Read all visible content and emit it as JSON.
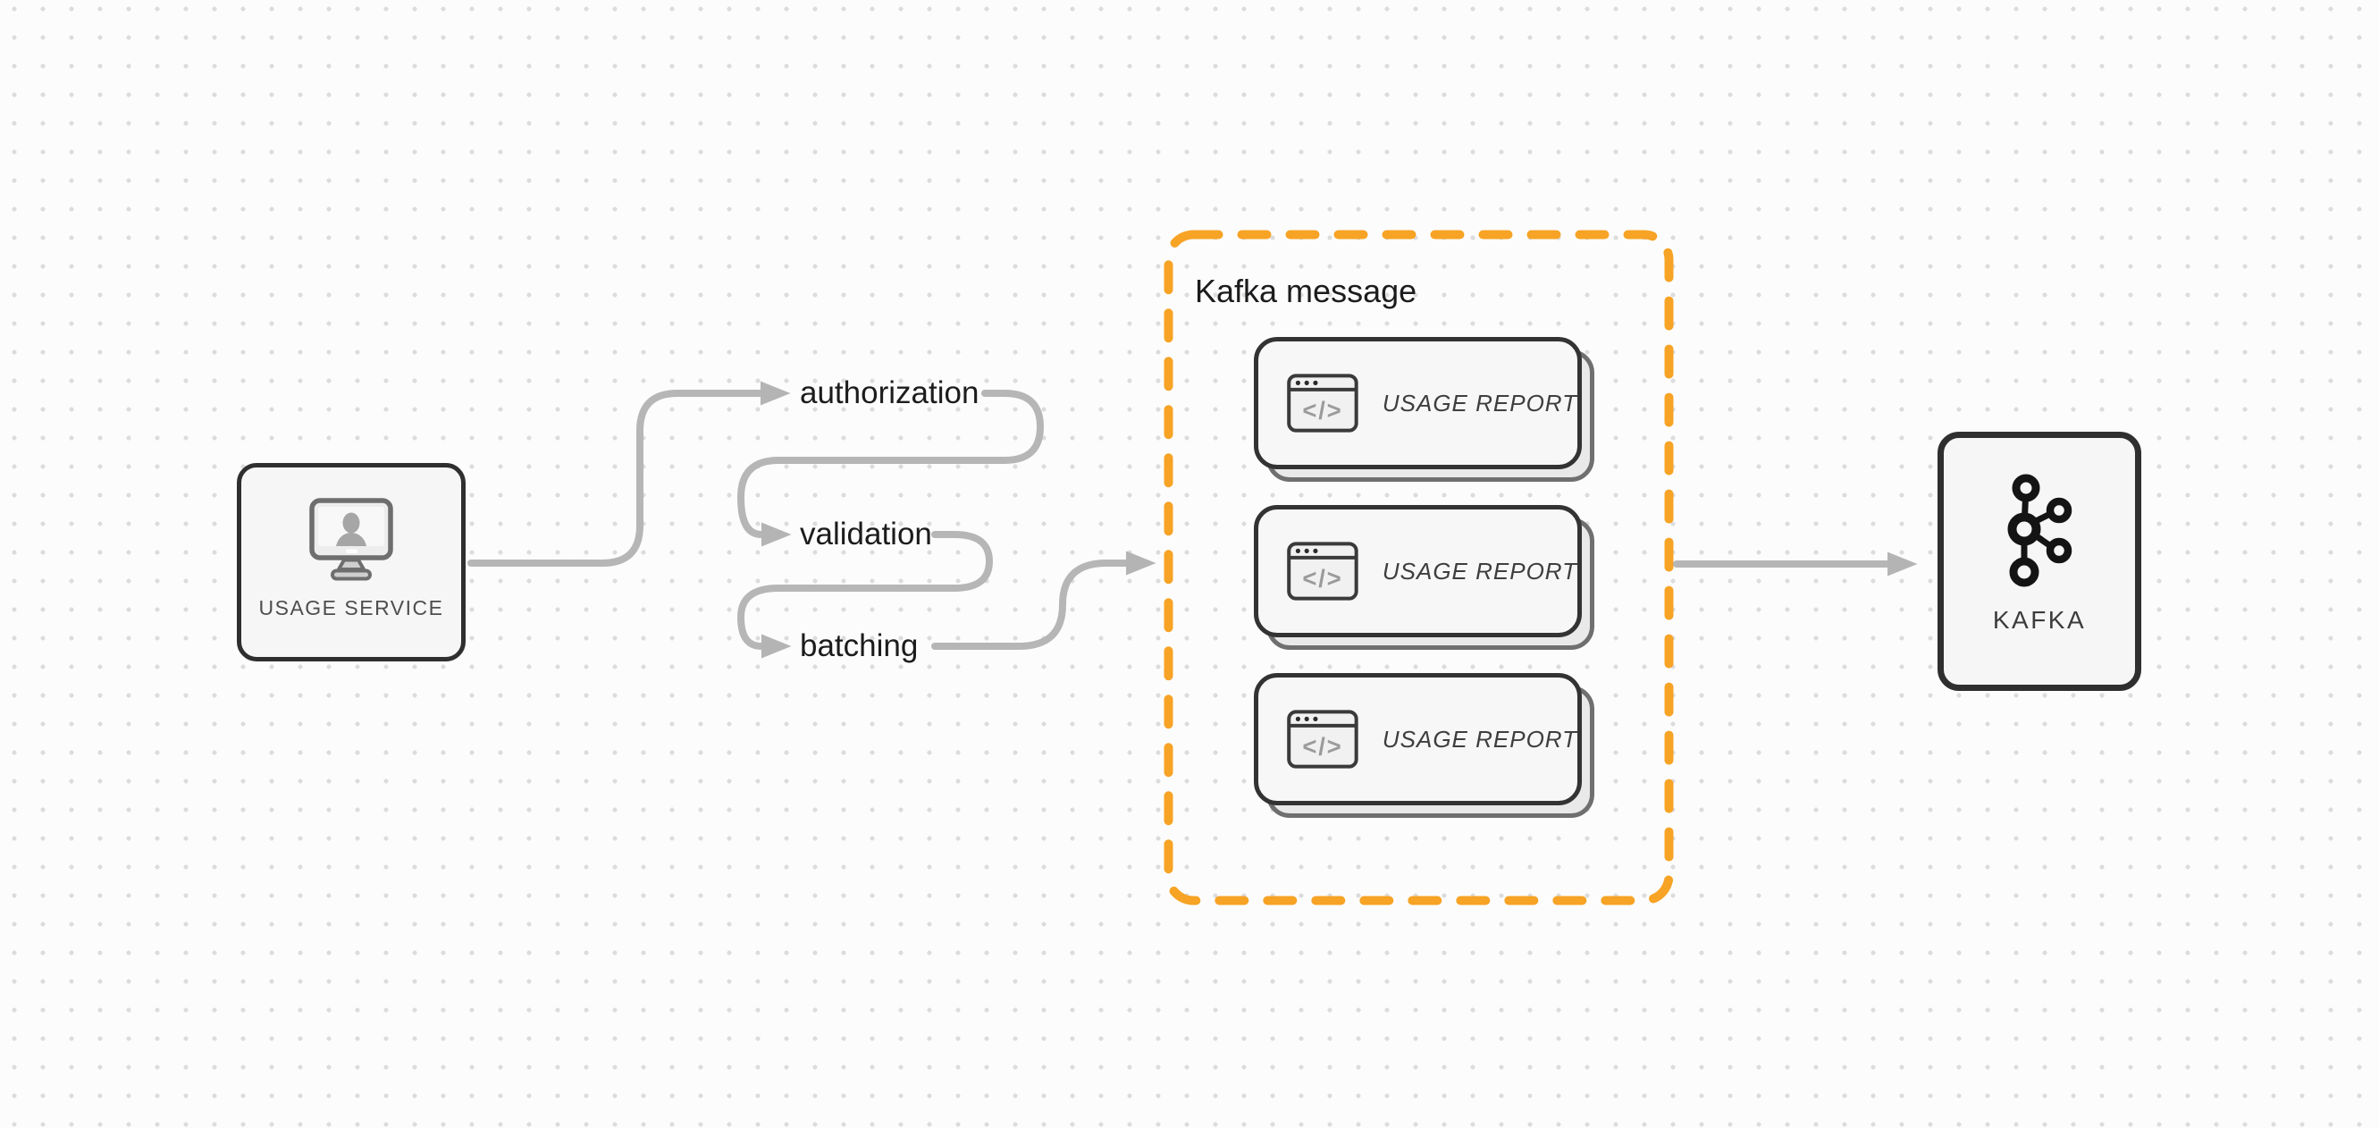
{
  "diagram": {
    "nodes": {
      "usage_service": {
        "label": "USAGE SERVICE",
        "icon": "user-monitor-icon"
      },
      "kafka": {
        "label": "KAFKA",
        "icon": "kafka-logo-icon"
      }
    },
    "steps": [
      {
        "label": "authorization"
      },
      {
        "label": "validation"
      },
      {
        "label": "batching"
      }
    ],
    "kafka_message_group": {
      "title": "Kafka message",
      "card_icon": "code-window-icon",
      "card_icon_glyph": "</>",
      "cards": [
        {
          "label": "USAGE REPORT"
        },
        {
          "label": "USAGE REPORT"
        },
        {
          "label": "USAGE REPORT"
        }
      ]
    },
    "colors": {
      "background": "#fcfcfc",
      "grid_dot": "#dcdcdc",
      "arrow": "#b6b6b6",
      "node_border": "#2f2f2f",
      "node_fill": "#f6f6f6",
      "group_border_orange": "#f7a325",
      "card_fill": "#f7f7f7",
      "card_shadow_fill": "#e9e9e9",
      "label_text": "#1c1c1c",
      "muted_text": "#4e4e4e"
    }
  }
}
